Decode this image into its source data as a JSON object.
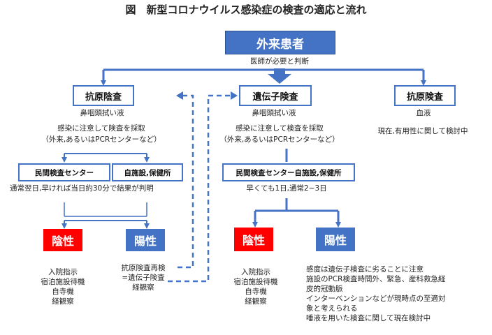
{
  "title": "図　新型コロナウイルス感染症の検査の適応と流れ",
  "top_box": "外来患者",
  "top_note": "医師が必要と判断",
  "left": {
    "test": "抗原陰査",
    "sample": "鼻咽頭拭い液",
    "collect_line1": "感染に注意して険査を採取",
    "collect_line2": "（外来,あるいはPCRセンターなど）",
    "lab1": "民間検査センター",
    "lab2": "自施設,保健所",
    "timing": "通常翌日,早ければ当日約30分で結果が判明",
    "negative": "陰性",
    "positive": "陽性",
    "neg_notes": [
      "入院指示",
      "宿泊施設待機",
      "自寺機",
      "経観察"
    ],
    "pos_notes": [
      "抗原険査再検",
      "=遺伝子険査",
      "経観察"
    ]
  },
  "middle": {
    "test": "遺伝子険査",
    "sample": "鼻咽頭拭い液",
    "collect_line1": "感染に注意して検査を採取",
    "collect_line2": "（外来,あるいはPCRセンターなど）",
    "lab": "民間検査センター自施設,保健所",
    "timing": "早くても1日,通常2~3日",
    "negative": "陰性",
    "positive": "陽性",
    "neg_notes": [
      "入院指示",
      "宿泊施設待機",
      "自寺機",
      "経観察"
    ],
    "pos_notes": [
      "感度は遺伝子検査に劣ることに注意",
      "施設のPCR検査時間外、緊急、産科救急経",
      "皮的冠動脈",
      "インターベンションなどが現時点の至適対",
      "象と考えられる",
      "唾液を用いた検査に関して現在検討中"
    ]
  },
  "right": {
    "test": "抗原険査",
    "sample": "血液",
    "note": "現在,有用性に関して検討中"
  },
  "colors": {
    "blue": "#4472c4",
    "red": "#ff0000",
    "border": "#2f528f"
  }
}
